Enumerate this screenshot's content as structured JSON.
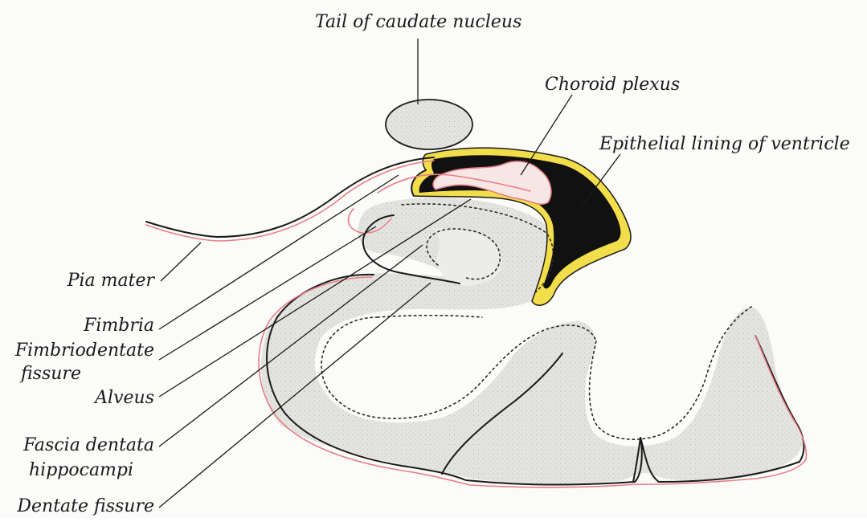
{
  "figure": {
    "labels": {
      "tail_of_caudate_nucleus": "Tail of caudate nucleus",
      "choroid_plexus": "Choroid plexus",
      "epithelial_lining": "Epithelial lining of ventricle",
      "pia_mater": "Pia mater",
      "fimbria": "Fimbria",
      "fimbriodentate_1": "Fimbriodentate",
      "fimbriodentate_2": "fissure",
      "alveus": "Alveus",
      "fascia_dentata_1": "Fascia dentata",
      "fascia_dentata_2": "hippocampi",
      "dentate_fissure": "Dentate fissure"
    },
    "colors": {
      "background": "#fbfbf9",
      "tissue": "#e3e3e0",
      "ventricle": "#111111",
      "epithelium": "#f2de4a",
      "pia_mater": "#e87e86",
      "outline": "#1a1a1a"
    }
  }
}
